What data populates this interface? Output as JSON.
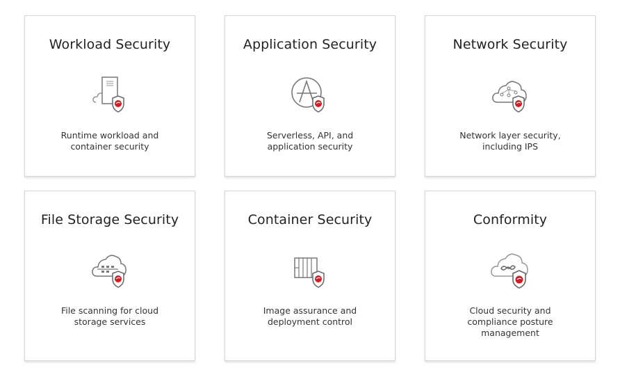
{
  "cards": [
    {
      "title": "Workload Security",
      "description": "Runtime workload and container security",
      "icon": "server-shield-icon"
    },
    {
      "title": "Application Security",
      "description": "Serverless, API, and application security",
      "icon": "app-shield-icon"
    },
    {
      "title": "Network Security",
      "description": "Network layer security, including IPS",
      "icon": "network-cloud-shield-icon"
    },
    {
      "title": "File Storage Security",
      "description": "File scanning for cloud storage services",
      "icon": "storage-cloud-shield-icon"
    },
    {
      "title": "Container Security",
      "description": "Image assurance and deployment control",
      "icon": "container-shield-icon"
    },
    {
      "title": "Conformity",
      "description": "Cloud security and compliance posture management",
      "icon": "conformity-cloud-shield-icon"
    }
  ],
  "colors": {
    "brand_red": "#d71920",
    "icon_gray": "#777777",
    "border": "#d6d6d6"
  }
}
